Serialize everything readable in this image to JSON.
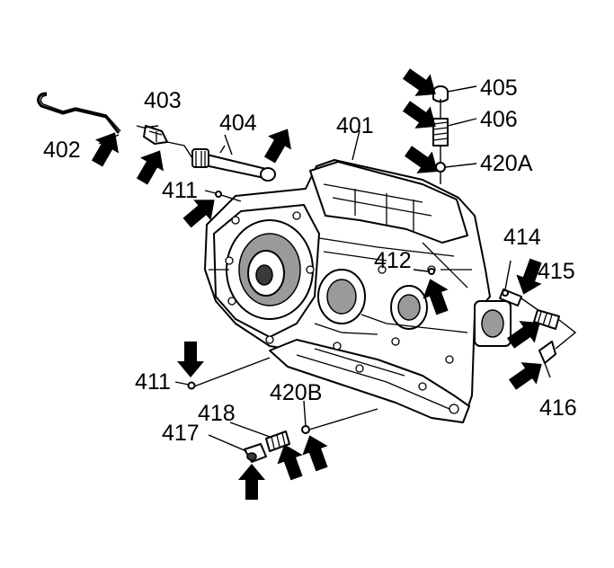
{
  "diagram": {
    "labels": {
      "l401": "401",
      "l402": "402",
      "l403": "403",
      "l404": "404",
      "l405": "405",
      "l406": "406",
      "l411a": "411",
      "l411b": "411",
      "l412": "412",
      "l414": "414",
      "l415": "415",
      "l416": "416",
      "l417": "417",
      "l418": "418",
      "l420a": "420A",
      "l420b": "420B"
    },
    "colors": {
      "ink": "#000000",
      "paper": "#ffffff",
      "shade": "#9a9a9a"
    },
    "icon": "heavy-arrow-icon"
  }
}
